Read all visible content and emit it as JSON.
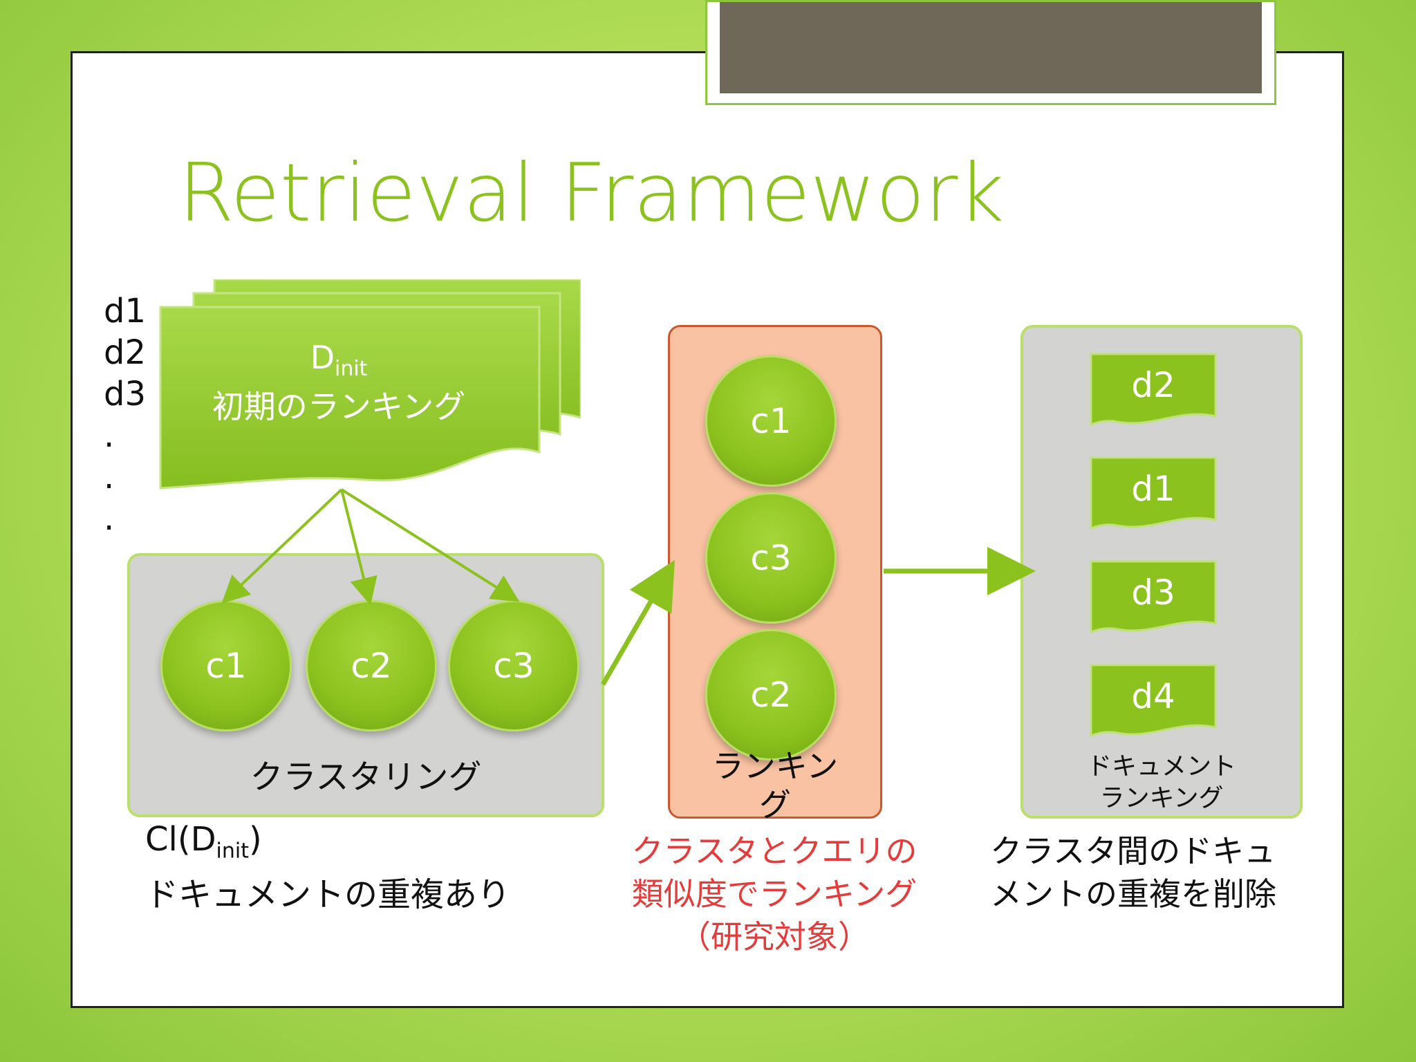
{
  "title": "Retrieval Framework",
  "initial_docs": [
    "d1",
    "d2",
    "d3",
    ".",
    ".",
    "."
  ],
  "dinit": {
    "base": "D",
    "sub": "init",
    "caption": "初期のランキング"
  },
  "clustering": {
    "clusters": [
      "c1",
      "c2",
      "c3"
    ],
    "label": "クラスタリング",
    "formula_prefix": "Cl(D",
    "formula_sub": "init",
    "formula_suffix": ")",
    "note": "ドキュメントの重複あり"
  },
  "cluster_ranking": {
    "clusters": [
      "c1",
      "c3",
      "c2"
    ],
    "label_line1": "ランキン",
    "label_line2": "グ",
    "note_line1": "クラスタとクエリの",
    "note_line2": "類似度でランキング",
    "note_line3": "（研究対象）"
  },
  "document_ranking": {
    "docs": [
      "d2",
      "d1",
      "d3",
      "d4"
    ],
    "label_line1": "ドキュメント",
    "label_line2": "ランキング",
    "note_line1": "クラスタ間のドキュ",
    "note_line2": "メントの重複を削除"
  },
  "colors": {
    "accent_green": "#8cc21e",
    "note_red": "#e53b3b",
    "panel_gray": "#d3d3d1",
    "panel_orange": "#f9c2a2"
  }
}
